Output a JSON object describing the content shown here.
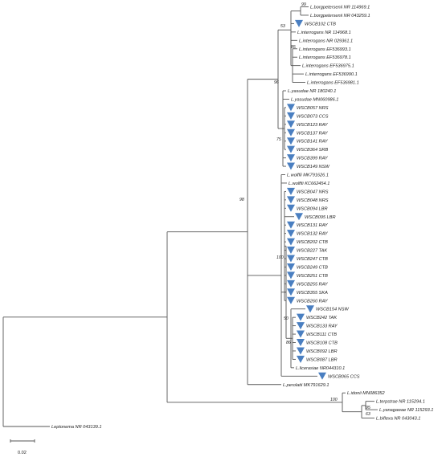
{
  "tree": {
    "leaves": [
      {
        "label": "L.borgpetersenii NR 114969.1",
        "marker": false
      },
      {
        "label": "L.borgpetersenii NR 043259.1",
        "marker": false
      },
      {
        "label": "WSCB102 CTB",
        "marker": true
      },
      {
        "label": "L.interrogans NR 114968.1",
        "marker": false
      },
      {
        "label": "L.interrogans NR 029361.1",
        "marker": false
      },
      {
        "label": "L.interrogans EF536993.1",
        "marker": false
      },
      {
        "label": "L.interrogans EF536978.1",
        "marker": false
      },
      {
        "label": "L.interrogans EF536975.1",
        "marker": false
      },
      {
        "label": "L.interrogans EF536990.1",
        "marker": false
      },
      {
        "label": "L.interrogans EF536981.1",
        "marker": false
      },
      {
        "label": "L.yasudae NR 180240.1",
        "marker": false
      },
      {
        "label": "L.yasudae MN060986.1",
        "marker": false
      },
      {
        "label": "WSCB057 NRS",
        "marker": true
      },
      {
        "label": "WSCB073 CCS",
        "marker": true
      },
      {
        "label": "WSCB123 RAY",
        "marker": true
      },
      {
        "label": "WSCB137 RAY",
        "marker": true
      },
      {
        "label": "WSCB141 RAY",
        "marker": true
      },
      {
        "label": "WSCB364 SRB",
        "marker": true
      },
      {
        "label": "WSCB399 RAY",
        "marker": true
      },
      {
        "label": "WSCB149 NSW",
        "marker": true
      },
      {
        "label": "L.wolffii MK791626.1",
        "marker": false
      },
      {
        "label": "L.wolffii KC662454.1",
        "marker": false
      },
      {
        "label": "WSCB047 NRS",
        "marker": true
      },
      {
        "label": "WSCB048 NRS",
        "marker": true
      },
      {
        "label": "WSCB094 LBR",
        "marker": true
      },
      {
        "label": "WSCB095 LBR",
        "marker": true
      },
      {
        "label": "WSCB131 RAY",
        "marker": true
      },
      {
        "label": "WSCB132 RAY",
        "marker": true
      },
      {
        "label": "WSCB202 CTB",
        "marker": true
      },
      {
        "label": "WSCB227 TAK",
        "marker": true
      },
      {
        "label": "WSCB247 CTB",
        "marker": true
      },
      {
        "label": "WSCB249 CTB",
        "marker": true
      },
      {
        "label": "WSCB251 CTB",
        "marker": true
      },
      {
        "label": "WSCB255 RAY",
        "marker": true
      },
      {
        "label": "WSCB355 SKA",
        "marker": true
      },
      {
        "label": "WSCB260 RAY",
        "marker": true
      },
      {
        "label": "WSCB154 NSW",
        "marker": true
      },
      {
        "label": "WSCB242 TAK",
        "marker": true
      },
      {
        "label": "WSCB133 RAY",
        "marker": true
      },
      {
        "label": "WSCB111 CTB",
        "marker": true
      },
      {
        "label": "WSCB108 CTB",
        "marker": true
      },
      {
        "label": "WSCB092 LBR",
        "marker": true
      },
      {
        "label": "WSCB087 LBR",
        "marker": true
      },
      {
        "label": "L.licerasiae NR044310.1",
        "marker": false
      },
      {
        "label": "WSCB065 CCS",
        "marker": true
      },
      {
        "label": "L.perolatii MK791629.1",
        "marker": false
      },
      {
        "label": "L.idonii MN086352",
        "marker": false
      },
      {
        "label": "L.terpstrae NR 115294.1",
        "marker": false
      },
      {
        "label": "L.yanagawae NR 115293.1",
        "marker": false
      },
      {
        "label": "L.biflexa NR 043043.1",
        "marker": false
      },
      {
        "label": "Leptonema NR 043139.1",
        "marker": false
      }
    ],
    "support_values": [
      "99",
      "53",
      "85",
      "96",
      "75",
      "98",
      "100",
      "50",
      "86",
      "100",
      "95",
      "63"
    ],
    "scale_bar": {
      "label": "0.02"
    },
    "marker_color": "#4a7fc1",
    "branch_color": "#555555"
  }
}
